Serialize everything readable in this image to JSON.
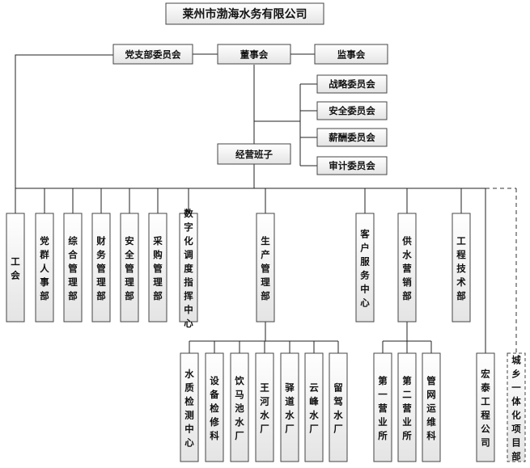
{
  "title": "莱州市渤海水务有限公司",
  "top": {
    "party": "党支部委员会",
    "board": "董事会",
    "supervisors": "监事会"
  },
  "committees": [
    "战略委员会",
    "安全委员会",
    "薪酬委员会",
    "审计委员会"
  ],
  "management": "经营班子",
  "departments": [
    {
      "id": "union",
      "label": "工会"
    },
    {
      "id": "party-hr",
      "label": "党群人事部"
    },
    {
      "id": "general",
      "label": "综合管理部"
    },
    {
      "id": "finance",
      "label": "财务管理部"
    },
    {
      "id": "safety",
      "label": "安全管理部"
    },
    {
      "id": "purchase",
      "label": "采购管理部"
    },
    {
      "id": "digital",
      "label": "数字化调度指挥中心"
    },
    {
      "id": "production",
      "label": "生产管理部"
    },
    {
      "id": "customer",
      "label": "客户服务中心"
    },
    {
      "id": "supply",
      "label": "供水营销部"
    },
    {
      "id": "engineering",
      "label": "工程技术部"
    },
    {
      "id": "hongtai",
      "label": "宏泰工程公司"
    },
    {
      "id": "rural",
      "label": "城乡一体化项目部"
    }
  ],
  "production_units": [
    "水质检测中心",
    "设备检修科",
    "饮马池水厂",
    "王河水厂",
    "驿道水厂",
    "云峰水厂",
    "留驾水厂"
  ],
  "supply_units": [
    "第一营业所",
    "第二营业所",
    "管网运维科"
  ]
}
